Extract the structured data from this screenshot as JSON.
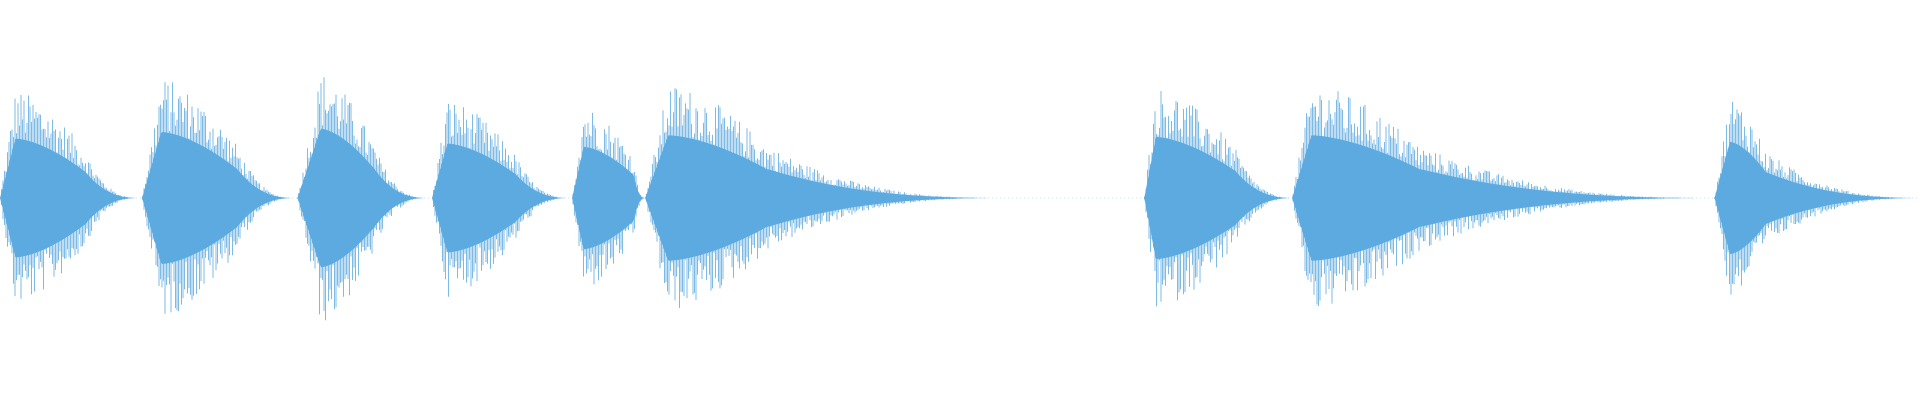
{
  "waveform": {
    "color": "#5DABE0",
    "color_light": "#9CCBEE",
    "duration_fraction_note": "",
    "bursts": [
      {
        "start": 0.0,
        "end": 0.072,
        "amplitude": 0.72,
        "attack": 0.008,
        "decay_tail": 0.028
      },
      {
        "start": 0.074,
        "end": 0.153,
        "amplitude": 0.8,
        "attack": 0.01,
        "decay_tail": 0.03
      },
      {
        "start": 0.155,
        "end": 0.222,
        "amplitude": 0.84,
        "attack": 0.012,
        "decay_tail": 0.028
      },
      {
        "start": 0.225,
        "end": 0.296,
        "amplitude": 0.66,
        "attack": 0.008,
        "decay_tail": 0.028
      },
      {
        "start": 0.298,
        "end": 0.336,
        "amplitude": 0.62,
        "attack": 0.006,
        "decay_tail": 0.006
      },
      {
        "start": 0.336,
        "end": 0.52,
        "amplitude": 0.76,
        "attack": 0.012,
        "decay_tail": 0.12
      },
      {
        "start": 0.596,
        "end": 0.673,
        "amplitude": 0.74,
        "attack": 0.006,
        "decay_tail": 0.03
      },
      {
        "start": 0.673,
        "end": 0.89,
        "amplitude": 0.76,
        "attack": 0.01,
        "decay_tail": 0.15
      },
      {
        "start": 0.893,
        "end": 1.0,
        "amplitude": 0.68,
        "attack": 0.008,
        "decay_tail": 0.08
      }
    ]
  }
}
